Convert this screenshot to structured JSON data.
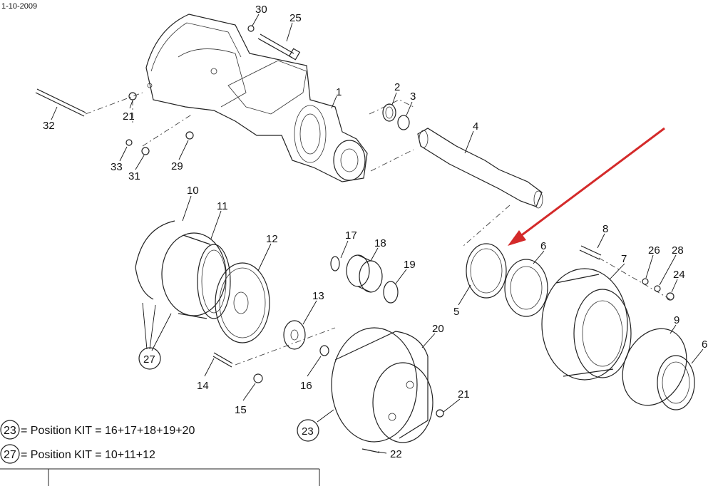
{
  "header": {
    "date": "1-10-2009"
  },
  "callouts": [
    {
      "id": "c30",
      "text": "30"
    },
    {
      "id": "c25",
      "text": "25"
    },
    {
      "id": "c1",
      "text": "1"
    },
    {
      "id": "c2",
      "text": "2"
    },
    {
      "id": "c3",
      "text": "3"
    },
    {
      "id": "c4",
      "text": "4"
    },
    {
      "id": "c32",
      "text": "32"
    },
    {
      "id": "c21a",
      "text": "21"
    },
    {
      "id": "c33",
      "text": "33"
    },
    {
      "id": "c31",
      "text": "31"
    },
    {
      "id": "c29",
      "text": "29"
    },
    {
      "id": "c10",
      "text": "10"
    },
    {
      "id": "c11",
      "text": "11"
    },
    {
      "id": "c12",
      "text": "12"
    },
    {
      "id": "c17",
      "text": "17"
    },
    {
      "id": "c18",
      "text": "18"
    },
    {
      "id": "c19",
      "text": "19"
    },
    {
      "id": "c13",
      "text": "13"
    },
    {
      "id": "c8",
      "text": "8"
    },
    {
      "id": "c7",
      "text": "7"
    },
    {
      "id": "c26",
      "text": "26"
    },
    {
      "id": "c28",
      "text": "28"
    },
    {
      "id": "c24",
      "text": "24"
    },
    {
      "id": "c6a",
      "text": "6"
    },
    {
      "id": "c5",
      "text": "5"
    },
    {
      "id": "c9",
      "text": "9"
    },
    {
      "id": "c6b",
      "text": "6"
    },
    {
      "id": "c20",
      "text": "20"
    },
    {
      "id": "c14",
      "text": "14"
    },
    {
      "id": "c16",
      "text": "16"
    },
    {
      "id": "c15",
      "text": "15"
    },
    {
      "id": "c21b",
      "text": "21"
    },
    {
      "id": "c22",
      "text": "22"
    },
    {
      "id": "c27",
      "text": "27"
    },
    {
      "id": "c23",
      "text": "23"
    }
  ],
  "legend": [
    {
      "kit": "23",
      "text": "= Position KIT = 16+17+18+19+20"
    },
    {
      "kit": "27",
      "text": "= Position KIT = 10+11+12"
    }
  ],
  "colors": {
    "line": "#222222",
    "arrow": "#d42a2a",
    "background": "#ffffff"
  }
}
